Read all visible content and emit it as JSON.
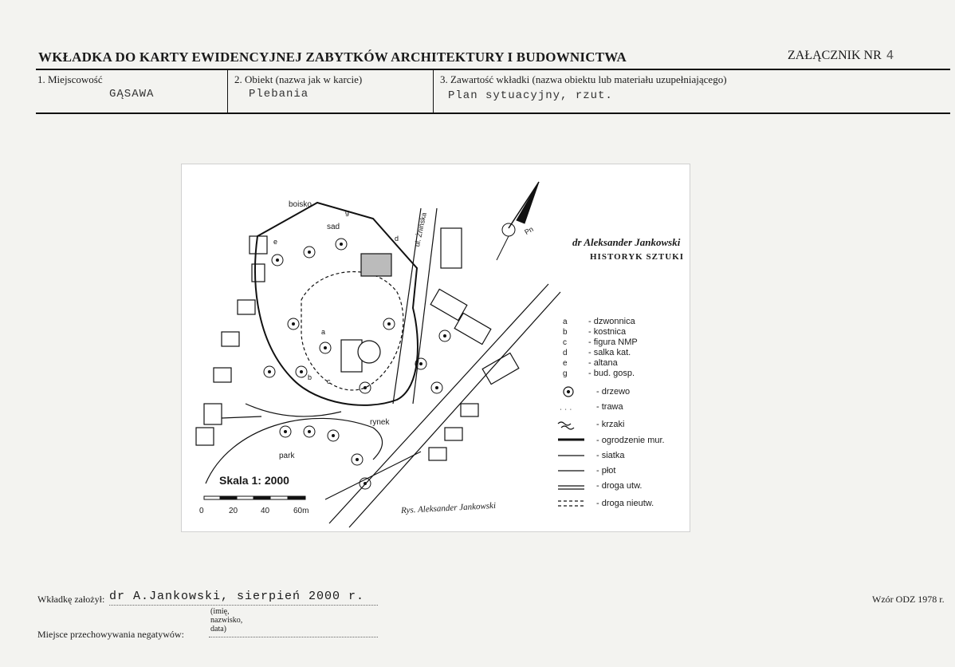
{
  "header": {
    "title": "WKŁADKA DO KARTY EWIDENCYJNEJ ZABYTKÓW ARCHITEKTURY I BUDOWNICTWA",
    "annex_label": "ZAŁĄCZNIK NR",
    "annex_number": "4"
  },
  "fields": [
    {
      "label": "1. Miejscowość",
      "value": "GĄSAWA"
    },
    {
      "label": "2. Obiekt (nazwa jak w karcie)",
      "value": "Plebania"
    },
    {
      "label": "3. Zawartość wkładki (nazwa obiektu lub materiału uzupełniającego)",
      "value": "Plan sytuacyjny, rzut."
    }
  ],
  "map": {
    "labels": {
      "boisko": "boisko",
      "sad": "sad",
      "street": "ul. Żnińska",
      "rynek": "rynek",
      "park": "park",
      "north": "Pn"
    },
    "area_letters": [
      "a",
      "b",
      "c",
      "d",
      "e",
      "g"
    ],
    "stamp": {
      "name": "dr Aleksander Jankowski",
      "title": "HISTORYK SZTUKI"
    },
    "signature": "Rys. Aleksander Jankowski",
    "scale": {
      "label": "Skala 1: 2000",
      "ticks": [
        "0",
        "20",
        "40",
        "60m"
      ]
    },
    "legend": [
      {
        "code": "a",
        "text": "- dzwonnica"
      },
      {
        "code": "b",
        "text": "- kostnica"
      },
      {
        "code": "c",
        "text": "- figura NMP"
      },
      {
        "code": "d",
        "text": "- salka kat."
      },
      {
        "code": "e",
        "text": "- altana"
      },
      {
        "code": "g",
        "text": "- bud. gosp."
      },
      {
        "symbol": "tree",
        "text": "- drzewo"
      },
      {
        "symbol": "grass",
        "text": "- trawa"
      },
      {
        "symbol": "bushes",
        "text": "- krzaki"
      },
      {
        "symbol": "wall-fence",
        "text": "- ogrodzenie mur."
      },
      {
        "symbol": "mesh-fence",
        "text": "- siatka"
      },
      {
        "symbol": "fence",
        "text": "- płot"
      },
      {
        "symbol": "paved-road",
        "text": "- droga utw."
      },
      {
        "symbol": "unpaved-road",
        "text": "- droga nieutw."
      }
    ]
  },
  "footer": {
    "established_label": "Wkładkę założył:",
    "established_value": "dr A.Jankowski, sierpień 2000 r.",
    "established_hint": "(imię, nazwisko, data)",
    "storage_label": "Miejsce przechowywania negatywów:",
    "form_pattern": "Wzór ODZ 1978 r."
  }
}
